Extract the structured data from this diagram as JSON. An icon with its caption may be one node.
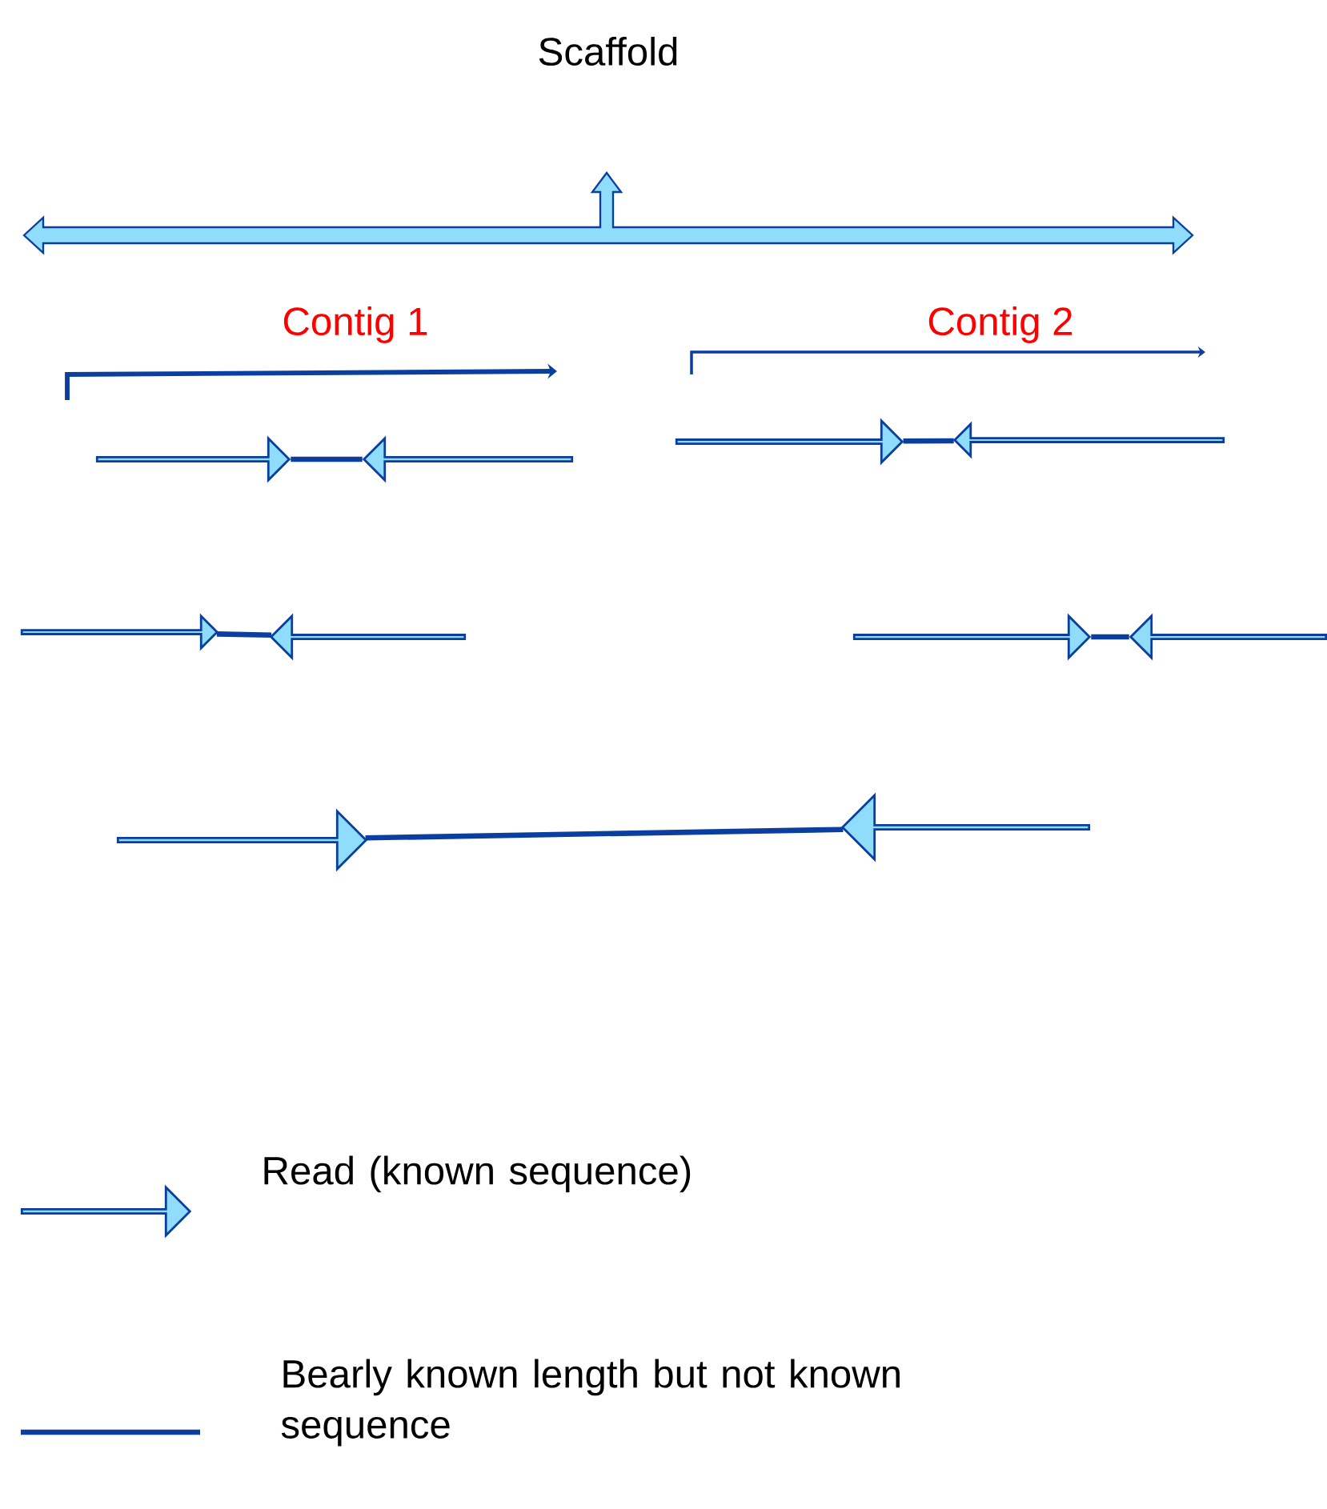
{
  "diagram": {
    "title": "Scaffold",
    "nodes": [
      {
        "text": [],
        "shape": "arrow"
      },
      {
        "text": [],
        "shape": "arrow"
      },
      {
        "text": [],
        "shape": "arrow"
      },
      {
        "text": [],
        "shape": "arrow"
      },
      {
        "text": [],
        "shape": "arrow"
      },
      {
        "text": [],
        "shape": "arrow"
      },
      {
        "text": [],
        "shape": "arrow"
      },
      {
        "text": [],
        "shape": "arrow"
      },
      {
        "text": [],
        "shape": "arrow"
      },
      {
        "text": [],
        "shape": "arrow"
      }
    ],
    "edges": [
      {
        "from": 0,
        "to": 1,
        "arrow": "none"
      },
      {
        "from": 2,
        "to": 3,
        "arrow": "none"
      },
      {
        "from": 4,
        "to": 5,
        "arrow": "none"
      },
      {
        "from": 6,
        "to": 7,
        "arrow": "none"
      },
      {
        "from": 8,
        "to": 9,
        "arrow": "none"
      }
    ],
    "labels": [
      "Contig 1",
      "Contig 2"
    ],
    "legend": [
      {
        "text": "Read (known sequence)"
      },
      {
        "text": "Bearly known length but not known sequence"
      }
    ]
  }
}
